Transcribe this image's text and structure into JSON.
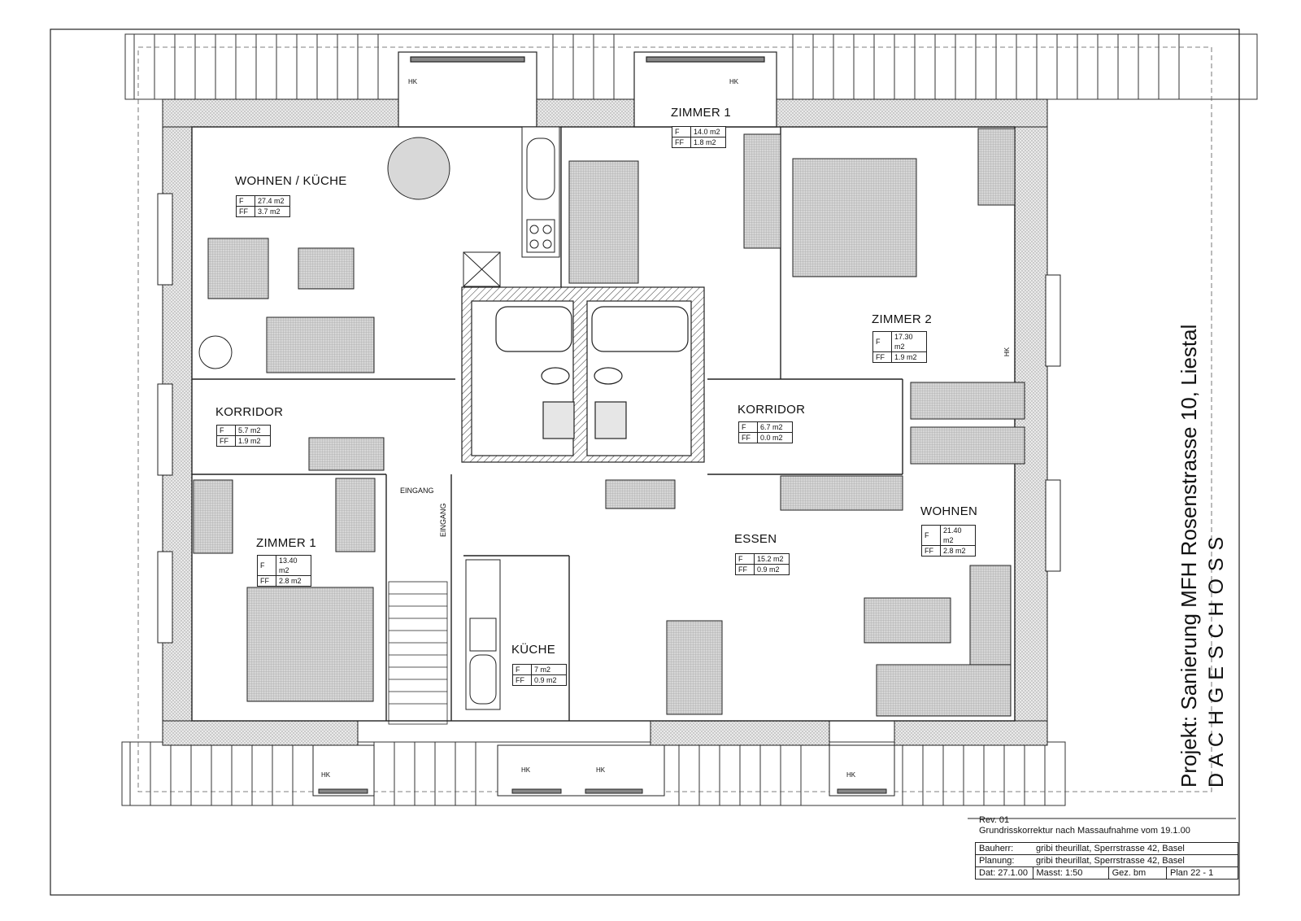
{
  "project": {
    "title": "Projekt: Sanierung MFH Rosenstrasse 10, Liestal",
    "floor": "D A C H G E S C H O S S"
  },
  "rooms": {
    "wohnen_kueche": {
      "name": "WOHNEN / KÜCHE",
      "f_key": "F",
      "f_val": "27.4 m2",
      "ff_key": "FF",
      "ff_val": "3.7 m2"
    },
    "zimmer1_top": {
      "name": "ZIMMER 1",
      "f_key": "F",
      "f_val": "14.0 m2",
      "ff_key": "FF",
      "ff_val": "1.8 m2"
    },
    "zimmer2": {
      "name": "ZIMMER 2",
      "f_key": "F",
      "f_val": "17.30 m2",
      "ff_key": "FF",
      "ff_val": "1.9 m2"
    },
    "korridor_left": {
      "name": "KORRIDOR",
      "f_key": "F",
      "f_val": "5.7 m2",
      "ff_key": "FF",
      "ff_val": "1.9 m2"
    },
    "korridor_right": {
      "name": "KORRIDOR",
      "f_key": "F",
      "f_val": "6.7 m2",
      "ff_key": "FF",
      "ff_val": "0.0 m2"
    },
    "zimmer1_bottom": {
      "name": "ZIMMER 1",
      "f_key": "F",
      "f_val": "13.40 m2",
      "ff_key": "FF",
      "ff_val": "2.8 m2"
    },
    "kueche": {
      "name": "KÜCHE",
      "f_key": "F",
      "f_val": "7 m2",
      "ff_key": "FF",
      "ff_val": "0.9 m2"
    },
    "essen": {
      "name": "ESSEN",
      "f_key": "F",
      "f_val": "15.2 m2",
      "ff_key": "FF",
      "ff_val": "0.9 m2"
    },
    "wohnen": {
      "name": "WOHNEN",
      "f_key": "F",
      "f_val": "21.40 m2",
      "ff_key": "FF",
      "ff_val": "2.8 m2"
    }
  },
  "labels": {
    "hk": "HK",
    "eingang": "EINGANG"
  },
  "title_block": {
    "revision": "Rev. 01",
    "correction": "Grundrisskorrektur nach Massaufnahme vom 19.1.00",
    "bauherr_key": "Bauherr:",
    "bauherr_val": "gribi theurillat, Sperrstrasse 42, Basel",
    "planung_key": "Planung:",
    "planung_val": "gribi theurillat, Sperrstrasse 42, Basel",
    "date": "Dat: 27.1.00",
    "scale": "Masst: 1:50",
    "drawn": "Gez.  bm",
    "plan": "Plan 22 - 1"
  },
  "colors": {
    "line": "#1a1a1a",
    "fill": "#cfcfcf",
    "wall": "#e3e3e3"
  }
}
